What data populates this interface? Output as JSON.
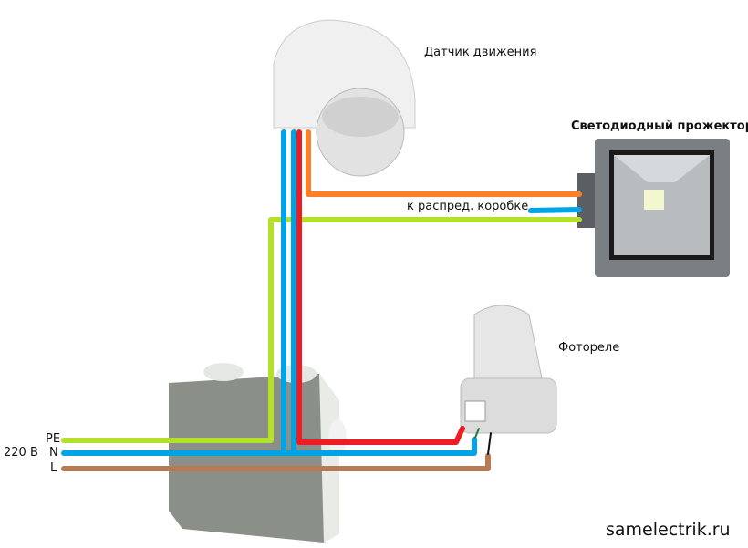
{
  "labels": {
    "motion_sensor": "Датчик движения",
    "floodlight": "Светодиодный прожектор",
    "to_junction_box": "к распред. коробке",
    "photo_relay": "Фотореле",
    "voltage": "220 В",
    "pe": "PE",
    "n": "N",
    "l": "L",
    "site": "samelectrik.ru"
  },
  "colors": {
    "pe": "#b5e02a",
    "n": "#00a3e6",
    "l": "#b87a55",
    "phase_out": "#ee1c24",
    "lamp": "#ff7f27"
  }
}
